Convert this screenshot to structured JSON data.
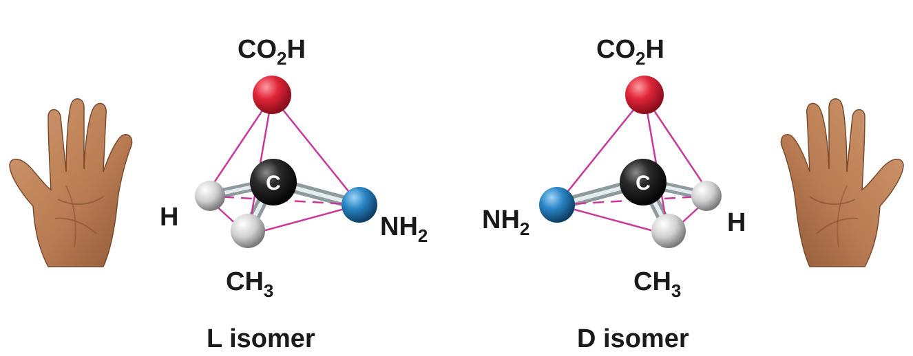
{
  "left_molecule": {
    "top_group": {
      "main": "CO",
      "sub": "2",
      "tail": "H"
    },
    "left_group": {
      "main": "H"
    },
    "right_group": {
      "main": "NH",
      "sub": "2"
    },
    "bottom_group": {
      "main": "CH",
      "sub": "3"
    },
    "center_atom": "C",
    "caption": "L isomer"
  },
  "right_molecule": {
    "top_group": {
      "main": "CO",
      "sub": "2",
      "tail": "H"
    },
    "left_group": {
      "main": "NH",
      "sub": "2"
    },
    "right_group": {
      "main": "H"
    },
    "bottom_group": {
      "main": "CH",
      "sub": "3"
    },
    "center_atom": "C",
    "caption": "D isomer"
  },
  "colors": {
    "oxygen": "#e0263a",
    "nitrogen": "#2a86c6",
    "carbon": "#2b2b2b",
    "hydrogen": "#d6d6d6",
    "tetrahedron": "#c8389a",
    "skin": "#b87a52"
  }
}
